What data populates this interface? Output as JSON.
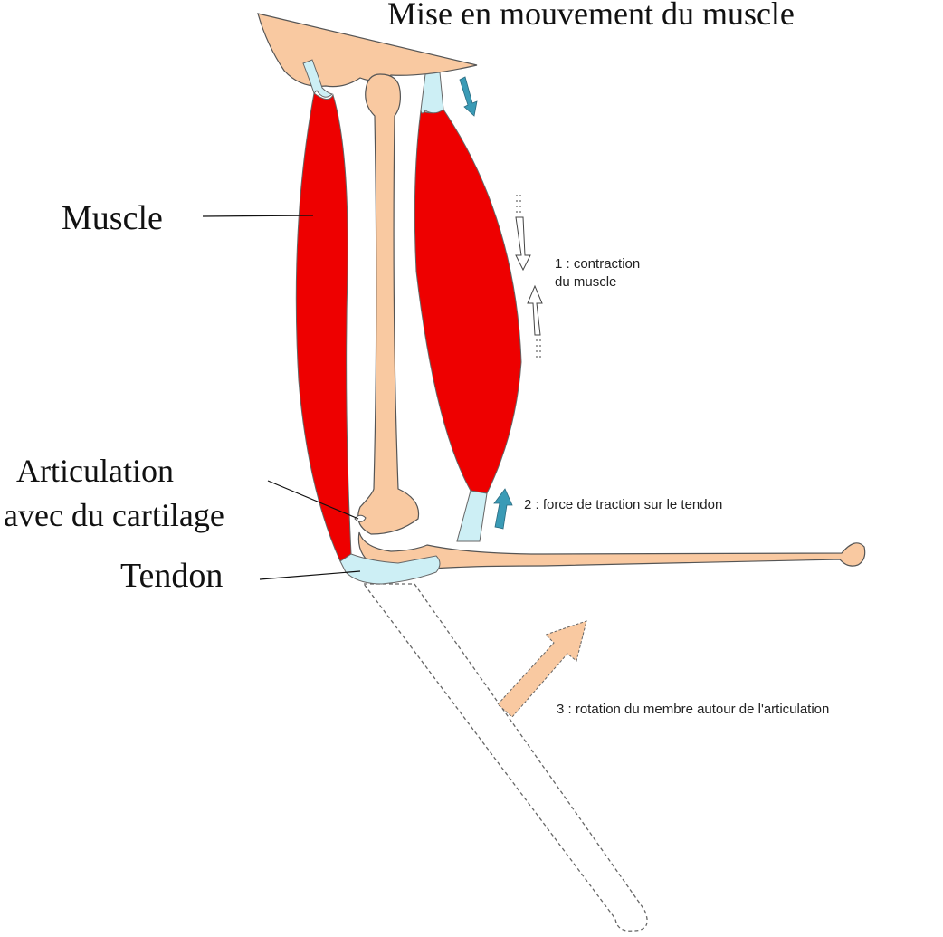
{
  "title": "Mise en mouvement du muscle",
  "labels": {
    "muscle": "Muscle",
    "articulation_line1": "Articulation",
    "articulation_line2": "avec du cartilage",
    "tendon": "Tendon"
  },
  "annotations": {
    "step1_line1": "1 : contraction",
    "step1_line2": "du muscle",
    "step2": "2 : force de traction sur le tendon",
    "step3": "3 : rotation du membre autour de l'articulation"
  },
  "colors": {
    "bone": "#f9c9a1",
    "muscle": "#ee0000",
    "tendon": "#cdeff5",
    "arrow_blue": "#3a9bb6",
    "arrow_outline": "#444444"
  }
}
